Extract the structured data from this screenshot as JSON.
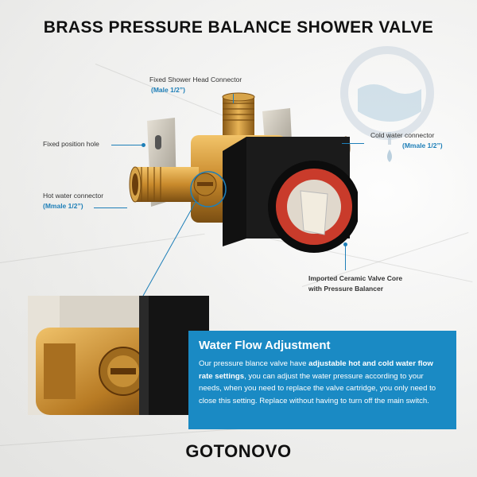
{
  "title": "BRASS PRESSURE BALANCE SHOWER VALVE",
  "labels": {
    "shower_head": {
      "main": "Fixed Shower Head Connector",
      "sub": "(Male 1/2”)"
    },
    "fixed_hole": {
      "main": "Fixed position hole"
    },
    "cold_water": {
      "main": "Cold water connector",
      "sub": "(Mmale 1/2”)"
    },
    "hot_water": {
      "main": "Hot water connector",
      "sub": "(Mmale 1/2”)"
    },
    "valve_core": {
      "line1": "Imported Ceramic Valve Core",
      "line2": "with Pressure Balancer"
    }
  },
  "panel": {
    "heading": "Water Flow Adjustment",
    "text_a": "Our pressure blance valve have ",
    "text_bold": "adjustable hot and cold water flow rate settings",
    "text_b": ", you can adjust the water pressure according to your needs, when you need to replace the valve cartridge, you only need to close this setting. Replace without having to turn off the main switch."
  },
  "brand": "GOTONOVO",
  "colors": {
    "accent": "#1a8ac4",
    "brass": "#c98a2c",
    "black": "#151515"
  },
  "icons": [
    "water-drop-icon",
    "valve-body-image",
    "detail-zoom-image"
  ]
}
